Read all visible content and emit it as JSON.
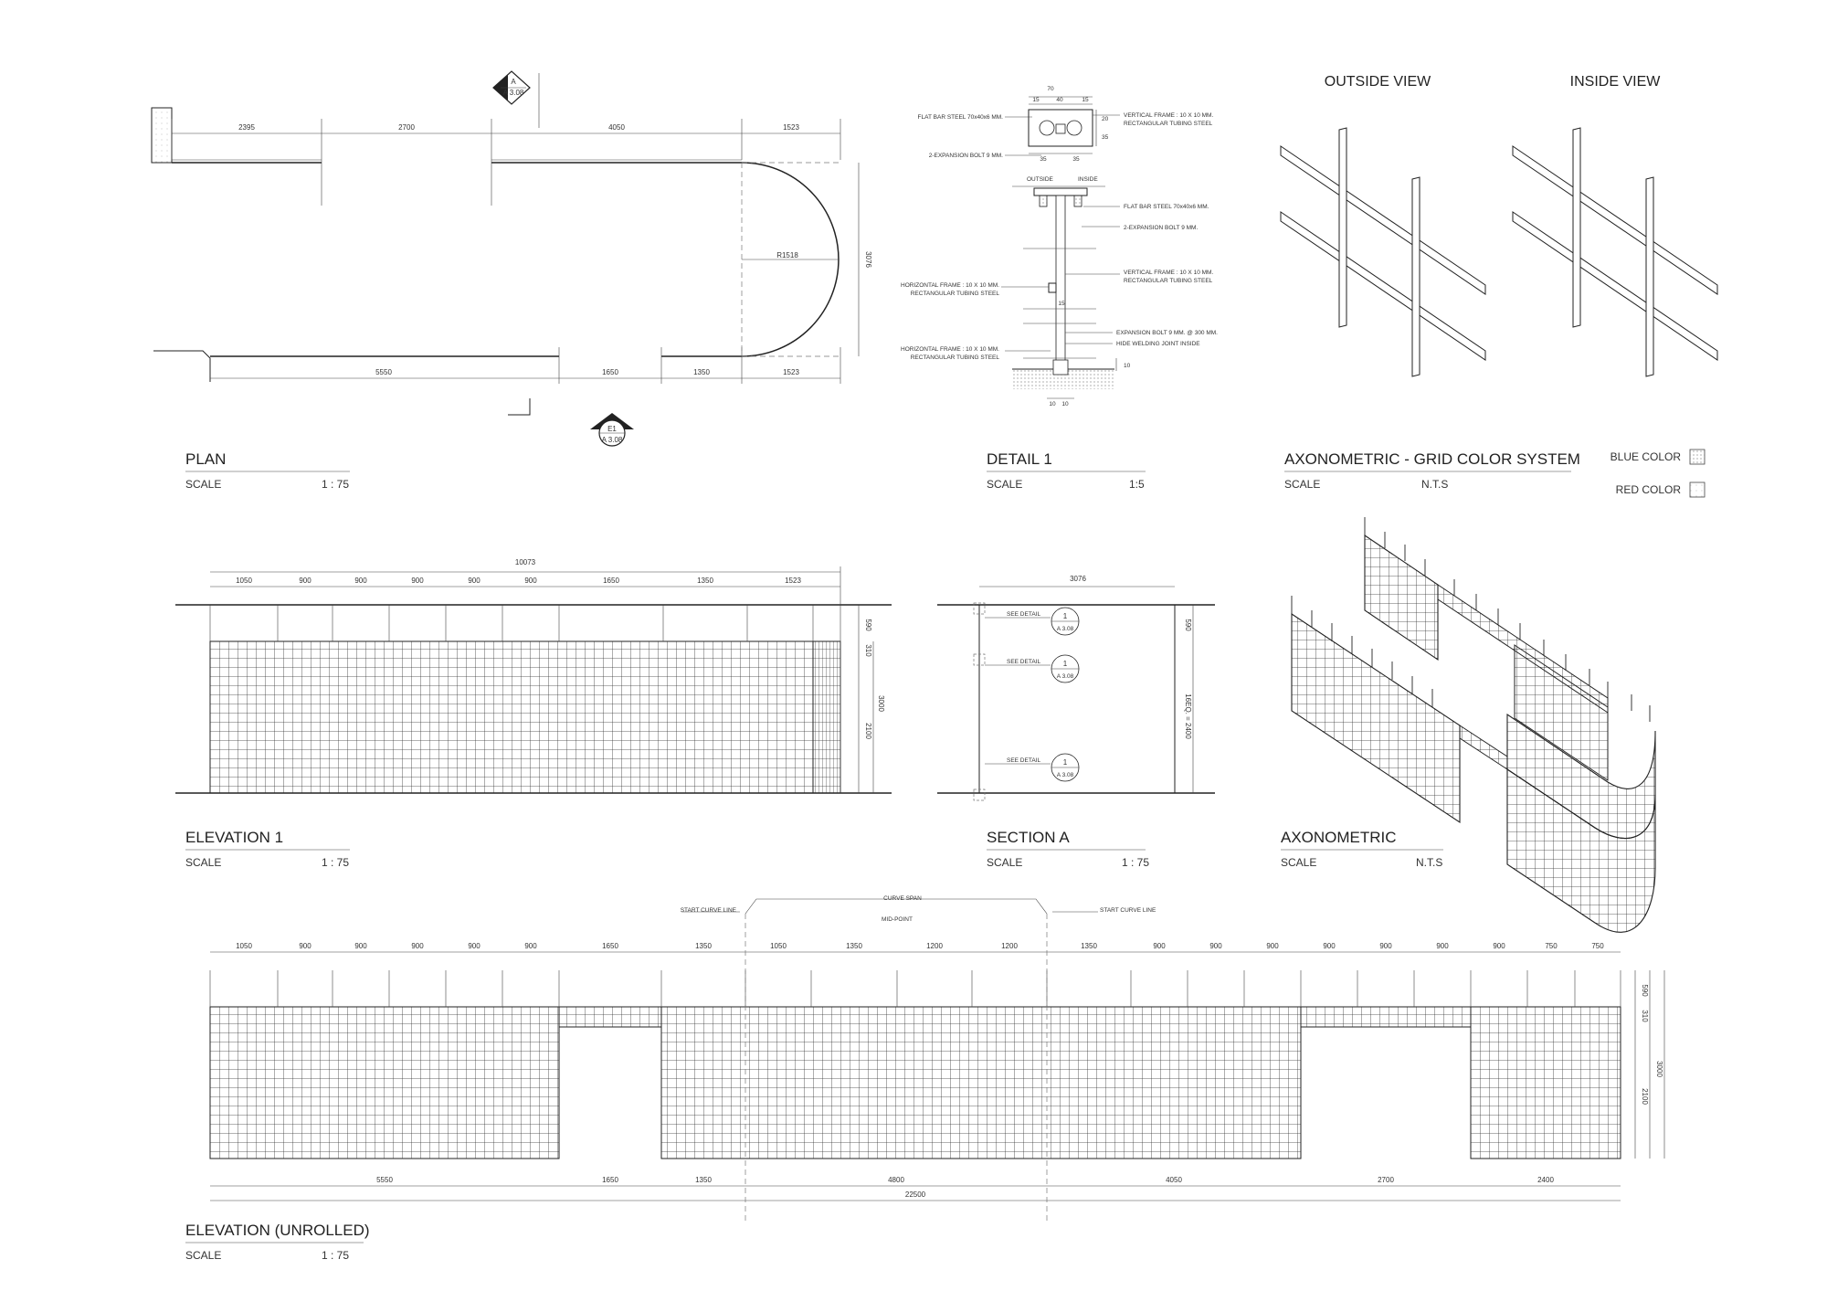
{
  "plan": {
    "title": "PLAN",
    "scale_label": "SCALE",
    "scale_value": "1 : 75",
    "dims_top": [
      "2395",
      "2700",
      "4050",
      "1523"
    ],
    "dims_bottom": [
      "5550",
      "1650",
      "1350",
      "1523"
    ],
    "radius": "R1518",
    "depth": "3076",
    "marker_a": "A",
    "marker_a_ref": "A 3.08",
    "marker_e": "E1",
    "marker_e_ref": "A 3.08"
  },
  "detail": {
    "title": "DETAIL 1",
    "scale_label": "SCALE",
    "scale_value": "1:5",
    "dims": [
      "70",
      "15",
      "40",
      "15",
      "35",
      "35",
      "20",
      "35",
      "15",
      "10",
      "10",
      "10"
    ],
    "outside": "OUTSIDE",
    "inside": "INSIDE",
    "notes": {
      "flat_bar_a": "FLAT BAR STEEL 70x40x6 MM.",
      "vertical_a1": "VERTICAL FRAME : 10 X 10 MM.",
      "vertical_a2": "RECTANGULAR TUBING STEEL",
      "expansion_a": "2-EXPANSION BOLT 9 MM.",
      "flat_bar_b": "FLAT BAR STEEL 70x40x6 MM.",
      "expansion_b": "2-EXPANSION BOLT 9 MM.",
      "vertical_b1": "VERTICAL FRAME : 10 X 10 MM.",
      "vertical_b2": "RECTANGULAR TUBING STEEL",
      "horizontal_a1": "HORIZONTAL FRAME : 10 X 10 MM.",
      "horizontal_a2": "RECTANGULAR TUBING STEEL",
      "expansion_c": "EXPANSION BOLT 9 MM. @ 300 MM.",
      "hide_weld": "HIDE WELDING JOINT INSIDE",
      "horizontal_b1": "HORIZONTAL FRAME : 10 X 10 MM.",
      "horizontal_b2": "RECTANGULAR TUBING STEEL"
    }
  },
  "axo_color": {
    "outside": "OUTSIDE VIEW",
    "inside": "INSIDE VIEW",
    "title": "AXONOMETRIC - GRID COLOR SYSTEM",
    "scale_label": "SCALE",
    "scale_value": "N.T.S",
    "blue_label": "BLUE COLOR",
    "red_label": "RED COLOR"
  },
  "elevation1": {
    "title": "ELEVATION 1",
    "scale_label": "SCALE",
    "scale_value": "1 : 75",
    "total": "10073",
    "dims": [
      "1050",
      "900",
      "900",
      "900",
      "900",
      "900",
      "1650",
      "1350",
      "1523"
    ],
    "right_dims": [
      "590",
      "310",
      "2100",
      "3000"
    ]
  },
  "section": {
    "title": "SECTION A",
    "scale_label": "SCALE",
    "scale_value": "1 : 75",
    "width": "3076",
    "see_detail": "SEE DETAIL",
    "detail_no": "1",
    "detail_ref": "A 3.08",
    "right_dims": [
      "590",
      "16EQ. = 2400"
    ]
  },
  "axonometric": {
    "title": "AXONOMETRIC",
    "scale_label": "SCALE",
    "scale_value": "N.T.S"
  },
  "unrolled": {
    "title": "ELEVATION (UNROLLED)",
    "scale_label": "SCALE",
    "scale_value": "1 : 75",
    "curve_span": "CURVE SPAN",
    "mid_point": "MID-POINT",
    "start_curve_left": "START CURVE LINE",
    "start_curve_right": "START CURVE LINE",
    "dims_top": [
      "1050",
      "900",
      "900",
      "900",
      "900",
      "900",
      "1650",
      "1350",
      "1050",
      "1350",
      "1200",
      "1200",
      "1350",
      "900",
      "900",
      "900",
      "900",
      "900",
      "900",
      "900",
      "750",
      "750"
    ],
    "dims_bottom": [
      "5550",
      "1650",
      "1350",
      "4800",
      "4050",
      "2700",
      "2400"
    ],
    "total": "22500",
    "right_dims": [
      "590",
      "310",
      "2100",
      "3000"
    ]
  }
}
